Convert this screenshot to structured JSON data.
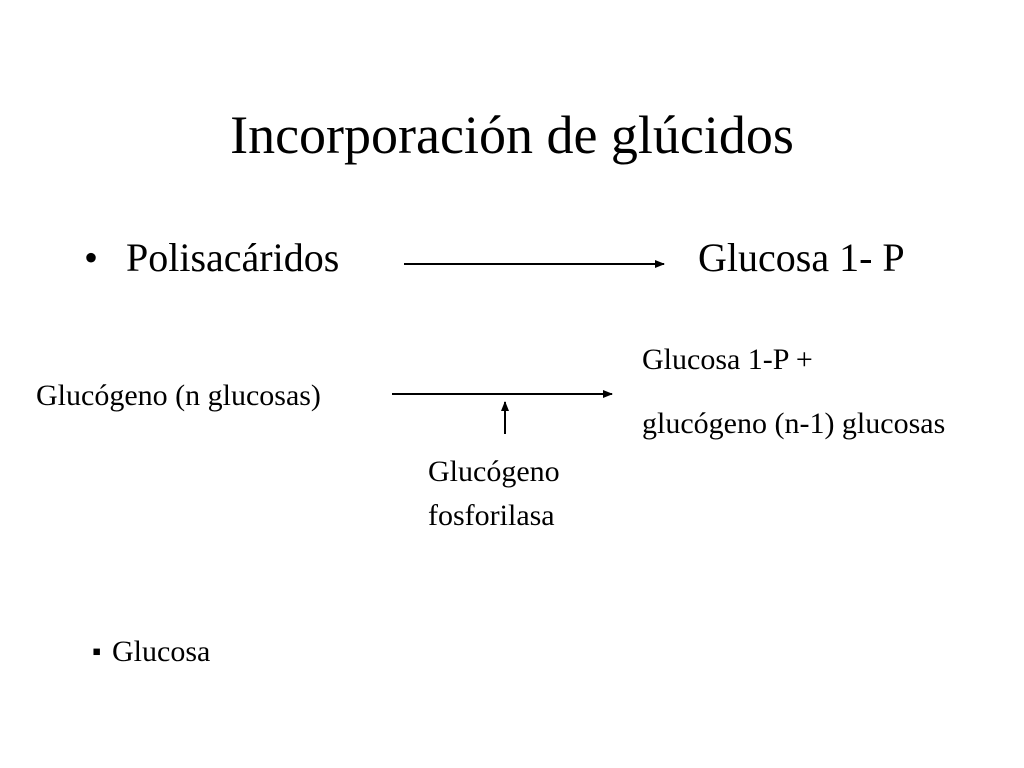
{
  "slide": {
    "title": "Incorporación de glúcidos",
    "bullet_symbol": "•",
    "polysaccharides": "Polisacáridos",
    "polysaccharides_product": "Glucosa 1- P",
    "glycogen_substrate": "Glucógeno (n glucosas)",
    "product_line1": "Glucosa 1-P +",
    "product_line2": "glucógeno (n-1) glucosas",
    "enzyme_line1": "Glucógeno",
    "enzyme_line2": "fosforilasa",
    "sub_bullet_symbol": "▪",
    "glucose": "Glucosa"
  }
}
